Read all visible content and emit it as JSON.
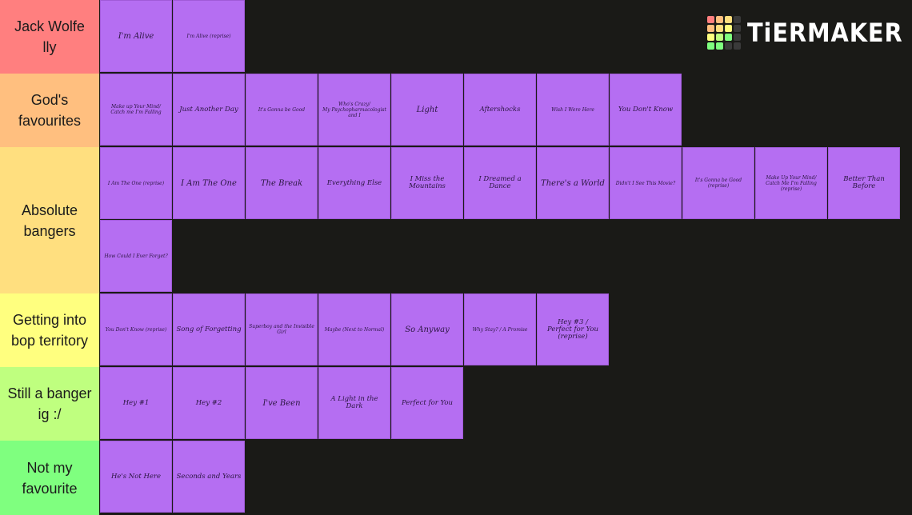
{
  "brand": {
    "name": "TiERMAKER",
    "grid_colors": [
      "#ff7f7f",
      "#ffbf7f",
      "#ffdf7f",
      "#3a3a3a",
      "#ffbf7f",
      "#ffdf7f",
      "#ffff7f",
      "#3a3a3a",
      "#ffff7f",
      "#bfff7f",
      "#7fff7f",
      "#3a3a3a",
      "#7fff7f",
      "#7fff7f",
      "#3a3a3a",
      "#3a3a3a"
    ]
  },
  "colors": {
    "tile": "#b56ef2",
    "row_background": "#1a1a17"
  },
  "tiers": [
    {
      "label": "Jack Wolfe\nlly",
      "color": "#ff7f7f",
      "items": [
        "I'm Alive",
        "I'm Alive (reprise)"
      ]
    },
    {
      "label": "God's\nfavourites",
      "color": "#ffbf7f",
      "items": [
        "Make up Your Mind/\nCatch me I'm Falling",
        "Just Another Day",
        "It's Gonna be Good",
        "Who's Crazy/\nMy Psychopharmacologist\nand I",
        "Light",
        "Aftershocks",
        "Wish I Were Here",
        "You Don't Know"
      ]
    },
    {
      "label": "Absolute\nbangers",
      "color": "#ffdf7f",
      "items": [
        "I Am The One (reprise)",
        "I Am The One",
        "The Break",
        "Everything Else",
        "I Miss the Mountains",
        "I Dreamed a Dance",
        "There's a World",
        "Didn't I See This Movie?",
        "It's Gonna be Good\n(reprise)",
        "Make Up Your Mind/\nCatch Me I'm Falling\n(reprise)",
        "Better Than Before",
        "How Could I Ever Forget?"
      ]
    },
    {
      "label": "Getting into\nbop territory",
      "color": "#ffff7f",
      "items": [
        "You Don't Know (reprise)",
        "Song of Forgetting",
        "Superboy and the Invisible Girl",
        "Maybe (Next to Normal)",
        "So Anyway",
        "Why Stay? / A Promise",
        "Hey #3 /\nPerfect for You\n(reprise)"
      ]
    },
    {
      "label": "Still a banger\nig :/",
      "color": "#bfff7f",
      "items": [
        "Hey #1",
        "Hey #2",
        "I've Been",
        "A Light in the Dark",
        "Perfect for You"
      ]
    },
    {
      "label": "Not my\nfavourite",
      "color": "#7fff7f",
      "items": [
        "He's Not Here",
        "Seconds and Years"
      ]
    }
  ]
}
